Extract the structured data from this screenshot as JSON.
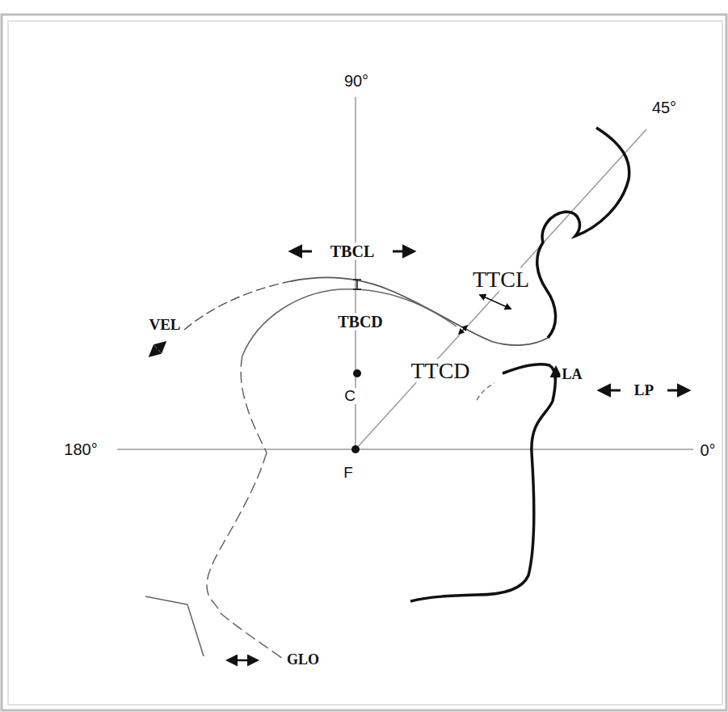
{
  "diagram": {
    "labels": [
      "90°",
      "45°",
      "180°",
      "0°",
      "TBCL",
      "TBCD",
      "TTCL",
      "TTCD",
      "VEL",
      "LA",
      "LP",
      "GLO",
      "C",
      "F"
    ]
  }
}
